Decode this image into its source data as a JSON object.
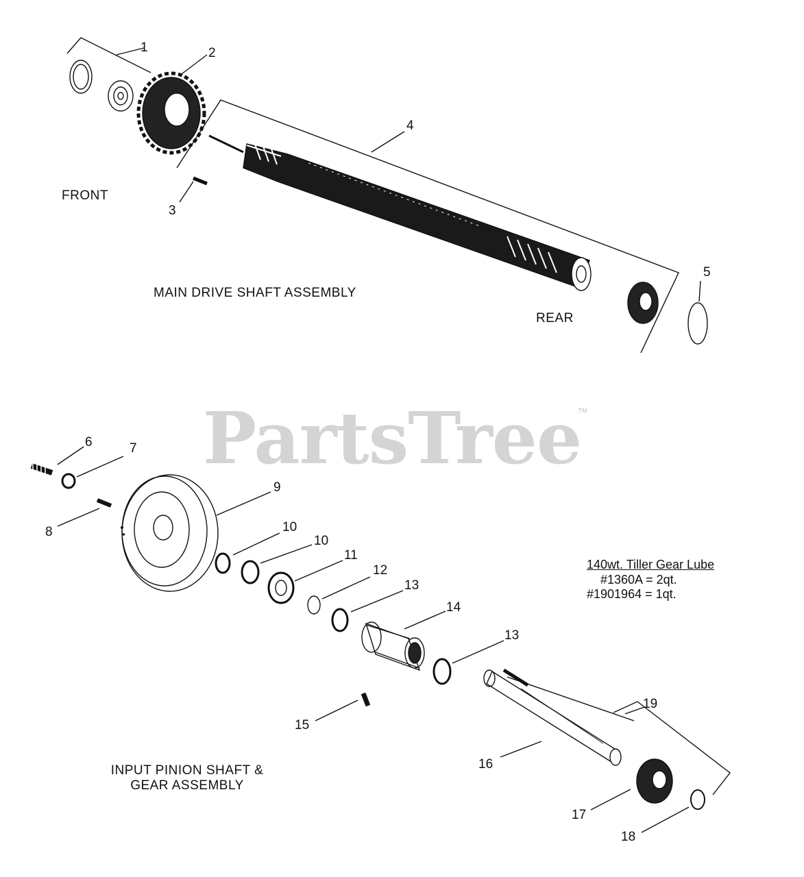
{
  "watermark": {
    "brand": "PartsTree",
    "tm": "™"
  },
  "sections": {
    "main_drive": {
      "title": "MAIN DRIVE SHAFT ASSEMBLY",
      "front": "FRONT",
      "rear": "REAR"
    },
    "input_pinion": {
      "title": "INPUT PINION SHAFT &\nGEAR ASSEMBLY"
    }
  },
  "lube_note": {
    "heading": "140wt. Tiller Gear Lube",
    "lines": [
      "#1360A = 2qt.",
      "#1901964 = 1qt."
    ]
  },
  "callouts": [
    "1",
    "2",
    "3",
    "4",
    "5",
    "6",
    "7",
    "8",
    "9",
    "10",
    "10",
    "11",
    "12",
    "13",
    "13",
    "14",
    "15",
    "16",
    "17",
    "18",
    "19"
  ]
}
